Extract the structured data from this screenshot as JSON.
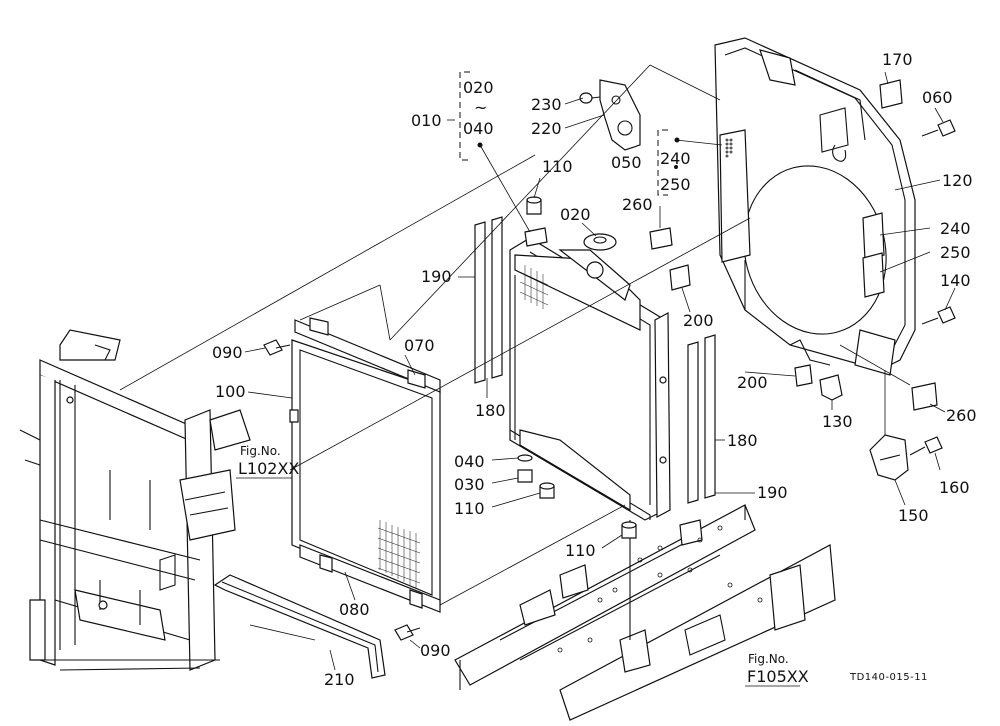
{
  "labels": {
    "l010": "010",
    "l020a": "020",
    "l040a": "040",
    "tilde": "~",
    "l230": "230",
    "l220": "220",
    "l110a": "110",
    "l020b": "020",
    "l050": "050",
    "l240a": "240",
    "l250a": "250",
    "l170": "170",
    "l060": "060",
    "l120": "120",
    "l260a": "260",
    "l240b": "240",
    "l250b": "250",
    "l140": "140",
    "l190a": "190",
    "l200a": "200",
    "l090a": "090",
    "l070": "070",
    "l100": "100",
    "l180a": "180",
    "l200b": "200",
    "l130": "130",
    "l260b": "260",
    "l180b": "180",
    "l040b": "040",
    "l030": "030",
    "l110b": "110",
    "l190b": "190",
    "l160": "160",
    "l150": "150",
    "l110c": "110",
    "l080": "080",
    "l210": "210",
    "l090b": "090"
  },
  "refs": {
    "fig_label_a": "Fig.No.",
    "fig_code_a": "L102XX",
    "fig_label_b": "Fig.No.",
    "fig_code_b": "F105XX"
  },
  "drawing_code": "TD140-015-11"
}
